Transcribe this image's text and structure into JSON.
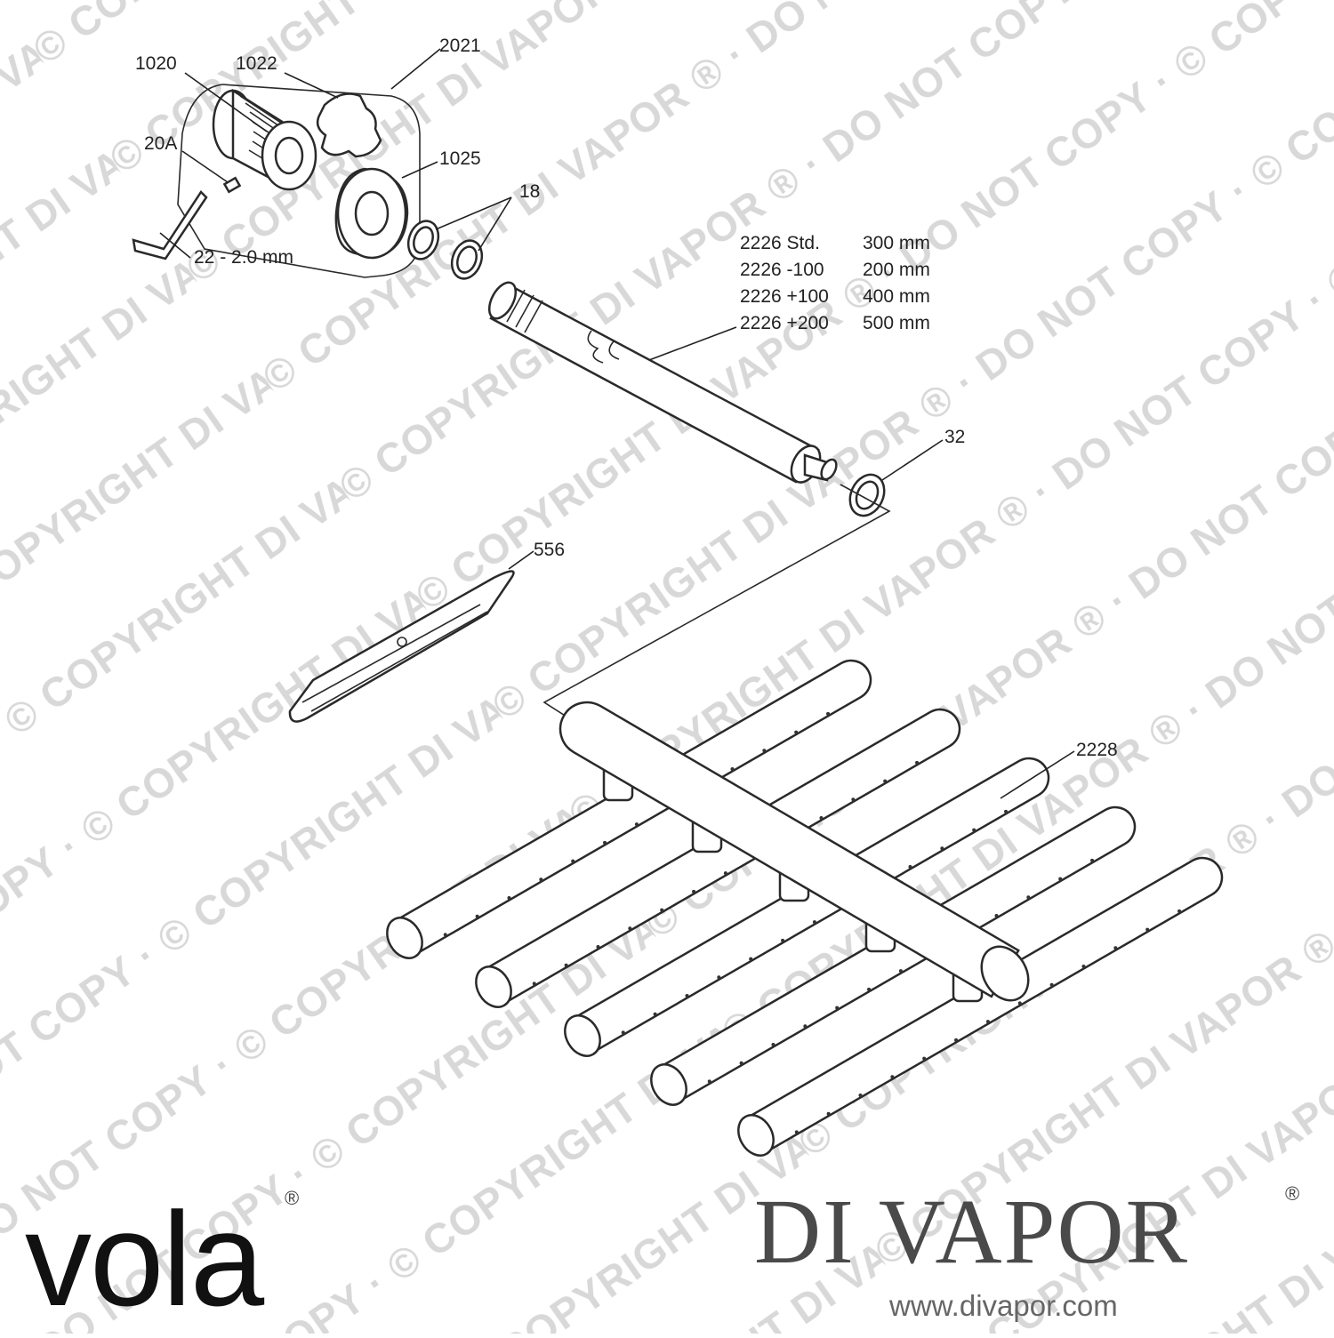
{
  "watermark": "© COPYRIGHT DI VAPOR ® · DO NOT COPY ·",
  "callouts": {
    "c1020": "1020",
    "c1022": "1022",
    "c2021": "2021",
    "c20a": "20A",
    "c1025": "1025",
    "c18": "18",
    "c22": "22 - 2.0 mm",
    "c32": "32",
    "c556": "556",
    "c2228": "2228"
  },
  "spec_table": [
    {
      "part": "2226 Std.",
      "length": "300 mm"
    },
    {
      "part": "2226 -100",
      "length": "200 mm"
    },
    {
      "part": "2226 +100",
      "length": "400 mm"
    },
    {
      "part": "2226 +200",
      "length": "500 mm"
    }
  ],
  "logos": {
    "vola": "vola",
    "vola_reg": "®",
    "divapor": "DI VAPOR",
    "divapor_reg": "®",
    "website": "www.divapor.com"
  },
  "colors": {
    "line": "#2a2a2a",
    "watermark": "#d8d8d8",
    "brand": "#4a4a4a"
  }
}
